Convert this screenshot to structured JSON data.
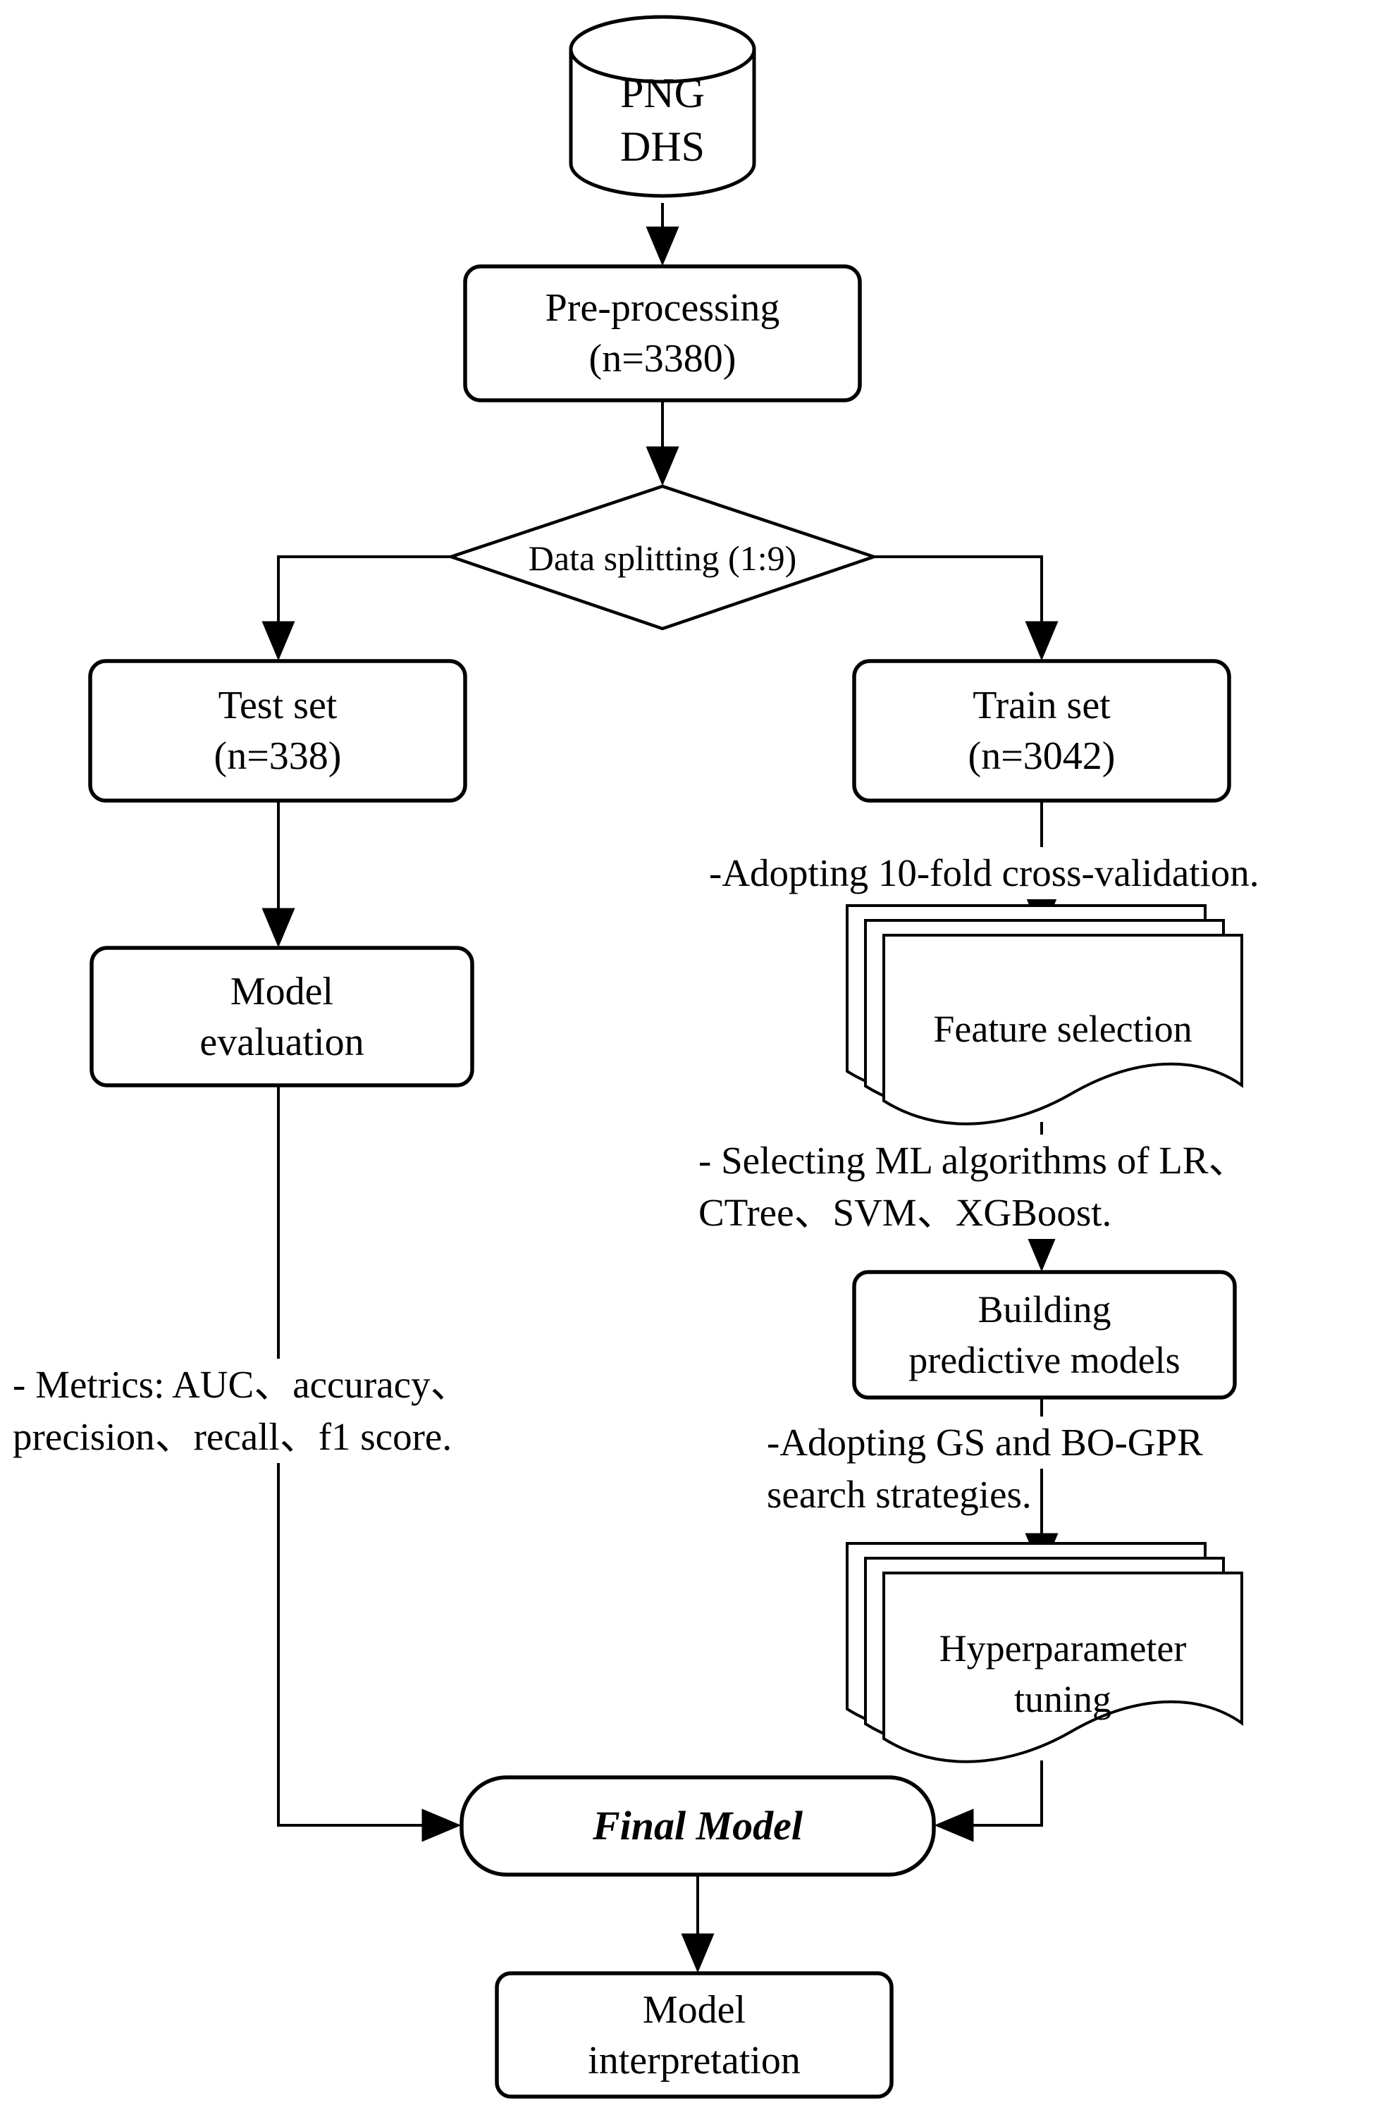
{
  "diagram": {
    "title": "Machine learning modeling pipeline flowchart",
    "database": {
      "line1": "PNG",
      "line2": "DHS"
    },
    "preprocessing": {
      "line1": "Pre-processing",
      "line2": "(n=3380)"
    },
    "split": {
      "label": "Data splitting (1:9)"
    },
    "test_set": {
      "line1": "Test set",
      "line2": "(n=338)"
    },
    "train_set": {
      "line1": "Train set",
      "line2": "(n=3042)"
    },
    "model_evaluation": {
      "line1": "Model",
      "line2": "evaluation"
    },
    "feature_selection": {
      "label": "Feature selection"
    },
    "building_models": {
      "line1": "Building",
      "line2": "predictive models"
    },
    "hyperparameter_tuning": {
      "line1": "Hyperparameter",
      "line2": "tuning"
    },
    "final_model": {
      "label": "Final Model"
    },
    "model_interpretation": {
      "line1": "Model",
      "line2": "interpretation"
    },
    "annotations": {
      "cross_validation": "-Adopting 10-fold cross-validation.",
      "algorithms_line1": "- Selecting ML algorithms of LR、",
      "algorithms_line2": "CTree、SVM、XGBoost.",
      "search_line1": "-Adopting GS and BO-GPR",
      "search_line2": "search strategies.",
      "metrics_line1": "- Metrics: AUC、accuracy、",
      "metrics_line2": "precision、recall、f1 score."
    },
    "colors": {
      "stroke": "#000000",
      "text": "#000000",
      "background": "#ffffff"
    }
  }
}
